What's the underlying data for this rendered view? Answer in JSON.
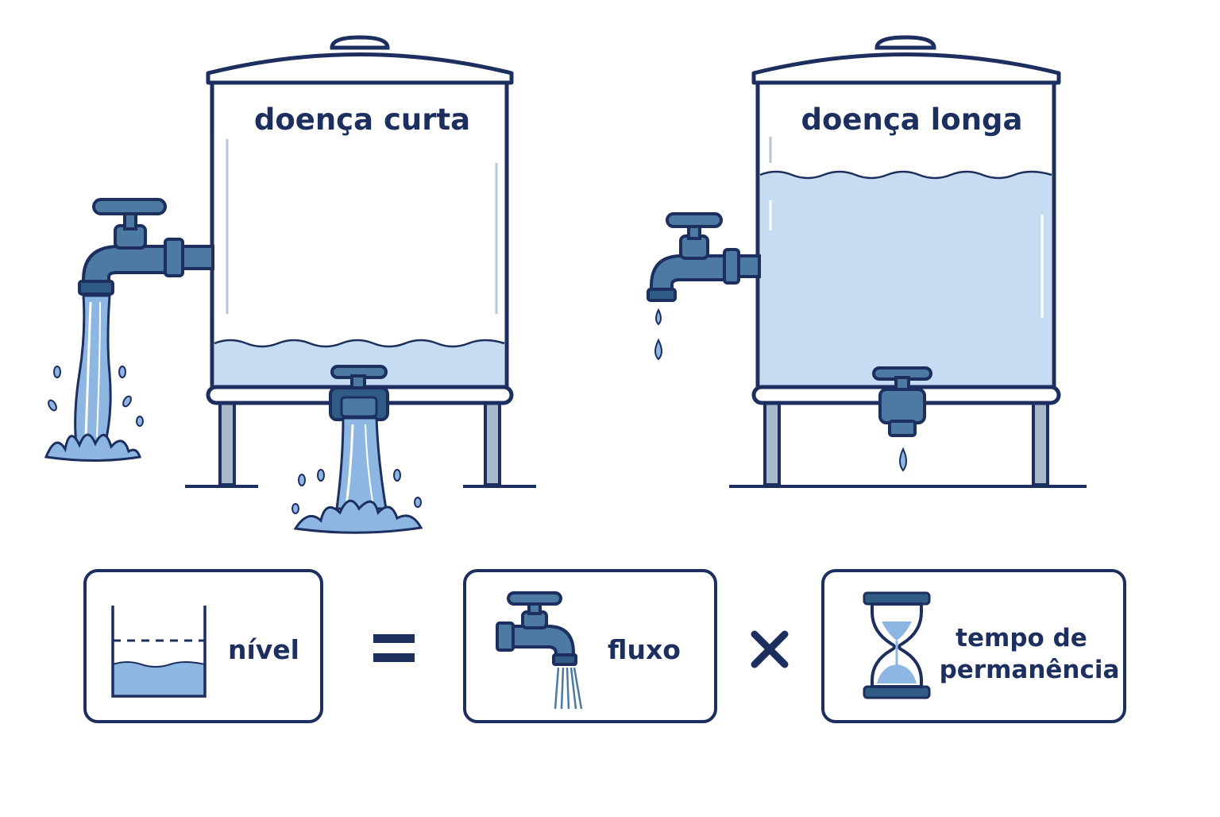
{
  "tanks": {
    "short": {
      "label": "doença curta",
      "level": 0.15
    },
    "long": {
      "label": "doença longa",
      "level": 0.74
    }
  },
  "equation": {
    "level_label": "nível",
    "flow_label": "fluxo",
    "time_label_line1": "tempo de",
    "time_label_line2": "permanência",
    "equals_symbol": "=",
    "times_symbol": "×"
  },
  "colors": {
    "outline": "#1c2f5e",
    "water": "#c5dcf2",
    "water_dark": "#8db6e2",
    "faucet": "#4d7aa3",
    "faucet_dark": "#2f5b85",
    "leg": "#a9b9cc"
  },
  "icons": {
    "faucet": "faucet-icon",
    "hourglass": "hourglass-icon",
    "container": "water-level-icon"
  }
}
